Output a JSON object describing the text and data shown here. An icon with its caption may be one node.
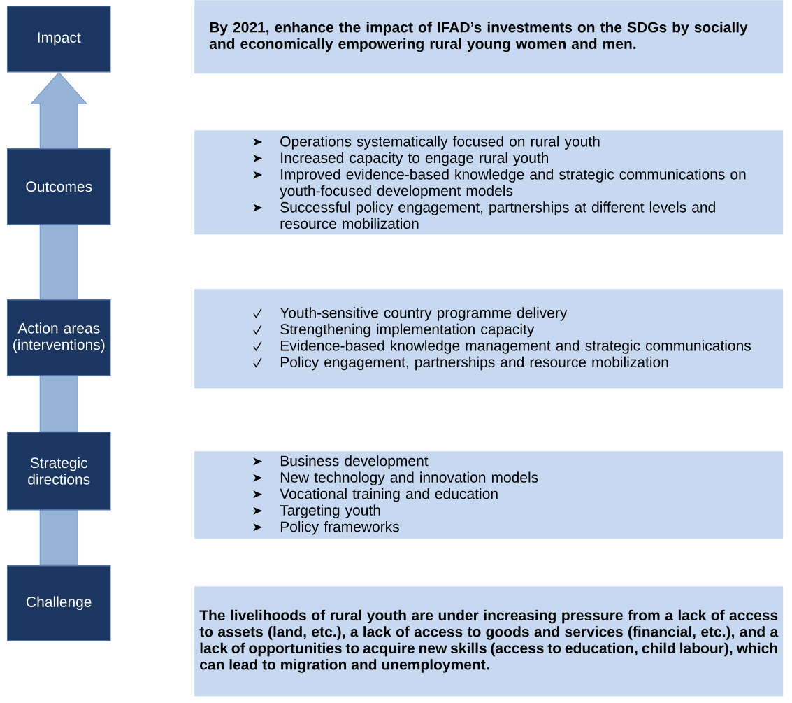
{
  "diagram": {
    "nodes": [
      {
        "text": [
          "Impact"
        ]
      },
      {
        "text": [
          "By 2021, enhance the impact of IFAD’s investments on the SDGs by socially and economically empowering rural young women and men."
        ]
      },
      {
        "text": [
          "Outcomes"
        ]
      },
      {
        "text": [
          "Operations systematically focused on rural youth",
          "Increased capacity to engage rural youth",
          "Improved evidence-based knowledge and strategic communications on youth-focused development models",
          "Successful policy engagement, partnerships at different levels and resource mobilization"
        ]
      },
      {
        "text": [
          "Action areas (interventions)"
        ]
      },
      {
        "text": [
          "Youth-sensitive country programme delivery",
          "Strengthening implementation capacity",
          "Evidence-based knowledge management and strategic communications",
          "Policy engagement, partnerships and resource mobilization"
        ]
      },
      {
        "text": [
          "Strategic directions"
        ]
      },
      {
        "text": [
          "Business development",
          "New technology and innovation models",
          "Vocational training and education",
          "Targeting youth",
          "Policy frameworks"
        ]
      },
      {
        "text": [
          "Challenge"
        ]
      },
      {
        "text": [
          "The livelihoods of rural youth are under increasing pressure from a lack of access to assets (land, etc.), a lack of access to goods and services (financial, etc.), and a lack of opportunities to acquire new skills (access to education, child labour), which can lead to migration and unemployment."
        ]
      }
    ],
    "edges": [
      {
        "from": 8,
        "to": 6,
        "arrow": "none"
      },
      {
        "from": 6,
        "to": 4,
        "arrow": "none"
      },
      {
        "from": 4,
        "to": 2,
        "arrow": "none"
      },
      {
        "from": 2,
        "to": 0,
        "arrow": "to"
      }
    ]
  }
}
